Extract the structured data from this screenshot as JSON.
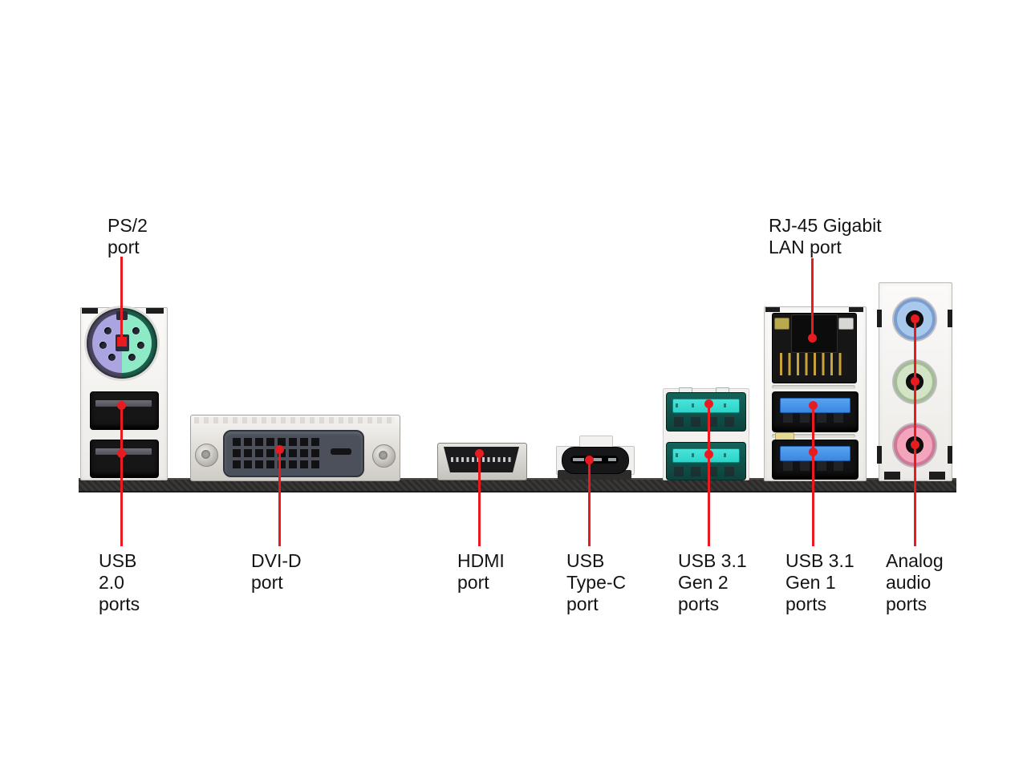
{
  "figure": {
    "type": "motherboard-rear-io-diagram",
    "background": "#ffffff"
  },
  "colors": {
    "leader": "#e81b21",
    "ink": "#141414",
    "ps2_keyboard": "#aaa5e0",
    "ps2_mouse": "#8ee9c6",
    "usb31_gen2_tongue": "#2bd3c8",
    "usb31_gen1_tongue": "#3b87e0",
    "audio_line_in": "#a9c9ec",
    "audio_line_out": "#d3e4c6",
    "audio_mic": "#f3a6bb",
    "lan_led_left": "#b9a94e",
    "lan_led_right": "#d9d7d3"
  },
  "labels": {
    "ps2": "PS/2\nport",
    "lan": "RJ-45 Gigabit\nLAN port",
    "usb20": "USB\n2.0\nports",
    "dvid": "DVI-D\nport",
    "hdmi": "HDMI\nport",
    "usbc": "USB\nType-C\nport",
    "usb31_gen2": "USB 3.1\nGen 2\nports",
    "usb31_gen1": "USB 3.1\nGen 1\nports",
    "audio": "Analog\naudio\nports"
  },
  "ports": [
    {
      "name": "PS/2 combo port",
      "count": 1,
      "keyboard_half_color": "#aaa5e0",
      "mouse_half_color": "#8ee9c6"
    },
    {
      "name": "USB 2.0 ports",
      "count": 2,
      "color": "#161616"
    },
    {
      "name": "DVI-D port",
      "count": 1,
      "pin_grid": "3x8 plus blade"
    },
    {
      "name": "HDMI port",
      "count": 1
    },
    {
      "name": "USB Type-C port",
      "count": 1
    },
    {
      "name": "USB 3.1 Gen 2 ports",
      "count": 2,
      "tongue_color": "#2bd3c8"
    },
    {
      "name": "RJ-45 Gigabit LAN port",
      "count": 1
    },
    {
      "name": "USB 3.1 Gen 1 ports",
      "count": 2,
      "tongue_color": "#3b87e0"
    },
    {
      "name": "Analog audio ports",
      "count": 3,
      "jack_colors": [
        "#a9c9ec",
        "#d3e4c6",
        "#f3a6bb"
      ]
    }
  ]
}
